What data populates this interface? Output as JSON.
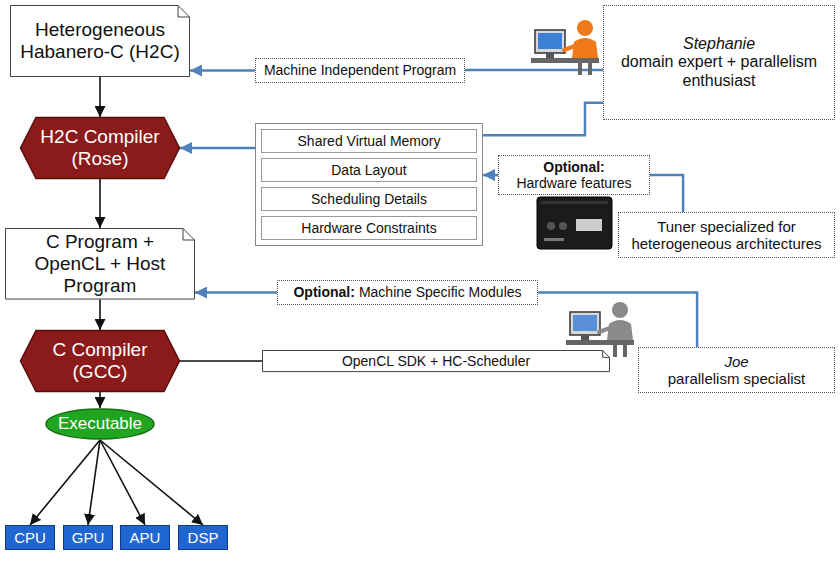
{
  "diagram": {
    "nodes": [
      {
        "text": [
          "Heterogeneous Habanero-C (H2C)"
        ]
      },
      {
        "text": [
          "H2C Compiler (Rose)"
        ]
      },
      {
        "text": [
          "C Program + OpenCL + Host Program"
        ]
      },
      {
        "text": [
          "C Compiler (GCC)"
        ]
      },
      {
        "text": [
          "Executable"
        ]
      },
      {
        "text": [
          "CPU"
        ]
      },
      {
        "text": [
          "GPU"
        ]
      },
      {
        "text": [
          "APU"
        ]
      },
      {
        "text": [
          "DSP"
        ]
      },
      {
        "text": [
          "Machine Independent Program"
        ]
      },
      {
        "text": [
          "Stephanie",
          "domain expert + parallelism enthusiast"
        ]
      },
      {
        "text": []
      },
      {
        "text": [
          "Shared Virtual Memory"
        ],
        "in": 11
      },
      {
        "text": [
          "Data Layout"
        ],
        "in": 11
      },
      {
        "text": [
          "Scheduling Details"
        ],
        "in": 11
      },
      {
        "text": [
          "Hardware Constraints"
        ],
        "in": 11
      },
      {
        "text": [
          "Optional:",
          "Hardware features"
        ]
      },
      {
        "text": [
          "Tuner specialized for heterogeneous architectures"
        ]
      },
      {
        "text": [
          "Optional:",
          "Machine Specific Modules"
        ]
      },
      {
        "text": [
          "Joe",
          "parallelism specialist"
        ]
      },
      {
        "text": [
          "OpenCL SDK + HC-Scheduler"
        ]
      }
    ],
    "edges": [
      {
        "from": 0,
        "to": 1,
        "arrow": "to"
      },
      {
        "from": 1,
        "to": 2,
        "arrow": "to"
      },
      {
        "from": 2,
        "to": 3,
        "arrow": "to"
      },
      {
        "from": 3,
        "to": 4,
        "arrow": "to"
      },
      {
        "from": 4,
        "to": 5,
        "arrow": "to"
      },
      {
        "from": 4,
        "to": 6,
        "arrow": "to"
      },
      {
        "from": 4,
        "to": 7,
        "arrow": "to"
      },
      {
        "from": 4,
        "to": 8,
        "arrow": "to"
      },
      {
        "from": 10,
        "to": 9,
        "arrow": "none"
      },
      {
        "from": 9,
        "to": 0,
        "arrow": "to"
      },
      {
        "from": 10,
        "to": 11,
        "arrow": "none"
      },
      {
        "from": 11,
        "to": 1,
        "arrow": "to"
      },
      {
        "from": 17,
        "to": 16,
        "arrow": "none"
      },
      {
        "from": 16,
        "to": 11,
        "arrow": "to"
      },
      {
        "from": 19,
        "to": 18,
        "arrow": "none"
      },
      {
        "from": 18,
        "to": 2,
        "arrow": "to"
      },
      {
        "from": 20,
        "to": 3,
        "arrow": "none"
      }
    ]
  }
}
